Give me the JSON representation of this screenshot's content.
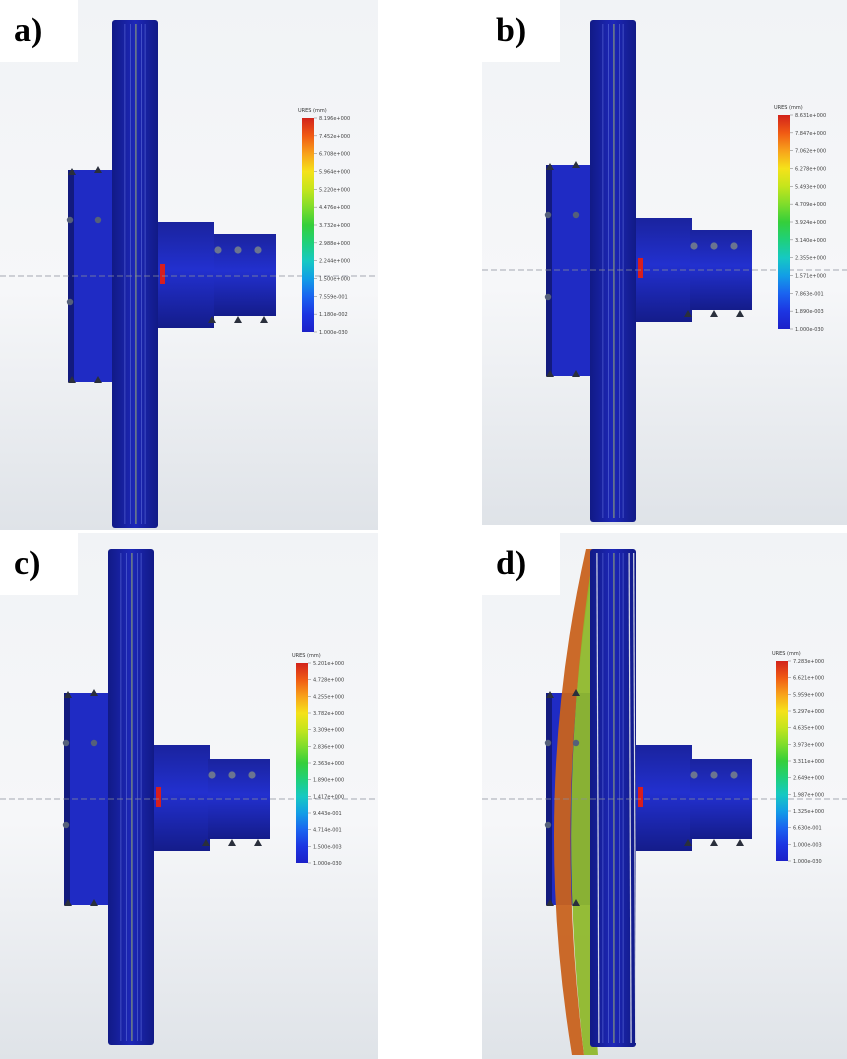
{
  "panels": [
    {
      "id": "a",
      "label": "a)",
      "legend": {
        "title": "URES (mm)",
        "ticks": [
          "8.196e+000",
          "7.452e+000",
          "6.708e+000",
          "5.964e+000",
          "5.220e+000",
          "4.476e+000",
          "3.732e+000",
          "2.988e+000",
          "2.244e+000",
          "1.500e+000",
          "7.559e-001",
          "1.180e-002",
          "1.000e-030"
        ]
      },
      "deformed": false
    },
    {
      "id": "b",
      "label": "b)",
      "legend": {
        "title": "URES (mm)",
        "ticks": [
          "8.631e+000",
          "7.847e+000",
          "7.062e+000",
          "6.278e+000",
          "5.493e+000",
          "4.709e+000",
          "3.924e+000",
          "3.140e+000",
          "2.355e+000",
          "1.571e+000",
          "7.863e-001",
          "1.890e-003",
          "1.000e-030"
        ]
      },
      "deformed": false
    },
    {
      "id": "c",
      "label": "c)",
      "legend": {
        "title": "URES (mm)",
        "ticks": [
          "5.201e+000",
          "4.728e+000",
          "4.255e+000",
          "3.782e+000",
          "3.309e+000",
          "2.836e+000",
          "2.363e+000",
          "1.890e+000",
          "1.417e+000",
          "9.443e-001",
          "4.714e-001",
          "1.500e-003",
          "1.000e-030"
        ]
      },
      "deformed": false
    },
    {
      "id": "d",
      "label": "d)",
      "legend": {
        "title": "URES (mm)",
        "ticks": [
          "7.283e+000",
          "6.621e+000",
          "5.959e+000",
          "5.297e+000",
          "4.635e+000",
          "3.973e+000",
          "3.311e+000",
          "2.649e+000",
          "1.987e+000",
          "1.325e+000",
          "6.630e-001",
          "1.000e-003",
          "1.000e-030"
        ]
      },
      "deformed": true
    }
  ],
  "legend_colors": [
    "#d2231b",
    "#f05a14",
    "#f8a21b",
    "#f5e21a",
    "#c5e51c",
    "#7fdd2b",
    "#35cf3a",
    "#1fd07a",
    "#16c9c2",
    "#129ee6",
    "#1a64f0",
    "#1c35e2",
    "#1c20c8"
  ],
  "model_colors": {
    "disc": "#1d27b8",
    "disc_dark": "#111a86",
    "hub": "#1f2bc4",
    "shaft": "#2230cf",
    "background_top": "#f1f3f6",
    "background_bottom": "#dfe3e8",
    "red_marker": "#d81e1e",
    "deformed_disc_outer": "#c8621e",
    "deformed_disc_inner": "#8fb82c"
  }
}
